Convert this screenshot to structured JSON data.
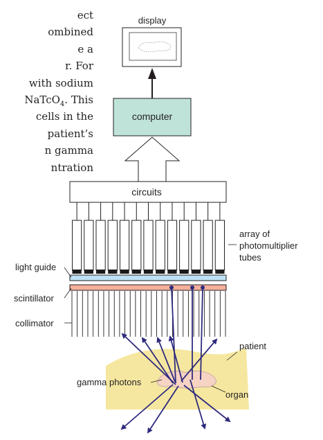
{
  "body_text": {
    "lines": [
      "ect",
      "ombined",
      "e a",
      "r. For",
      "with sodium",
      "NaTcO",
      "cells in the",
      "patient’s",
      "n gamma",
      "ntration"
    ],
    "subscript_4": "4",
    "line6_suffix": ". This"
  },
  "diagram": {
    "display_label": "display",
    "computer_label": "computer",
    "circuits_label": "circuits",
    "pmt_label": [
      "array of",
      "photomultiplier",
      "tubes"
    ],
    "light_guide_label": "light guide",
    "scintillator_label": "scintillator",
    "collimator_label": "collimator",
    "patient_label": "patient",
    "gamma_label": "gamma photons",
    "organ_label": "organ"
  },
  "colors": {
    "computer_fill": "#bfe3d9",
    "light_guide_fill": "#bee1f3",
    "scintillator_fill": "#f5b09b",
    "patient_fill": "#f6e7a0",
    "organ_fill": "#f6d3c3",
    "ray_color": "#2e2a7d",
    "line_color": "#231f20"
  },
  "counts": {
    "pmt_tubes": 13,
    "collimator_lines": 30
  }
}
